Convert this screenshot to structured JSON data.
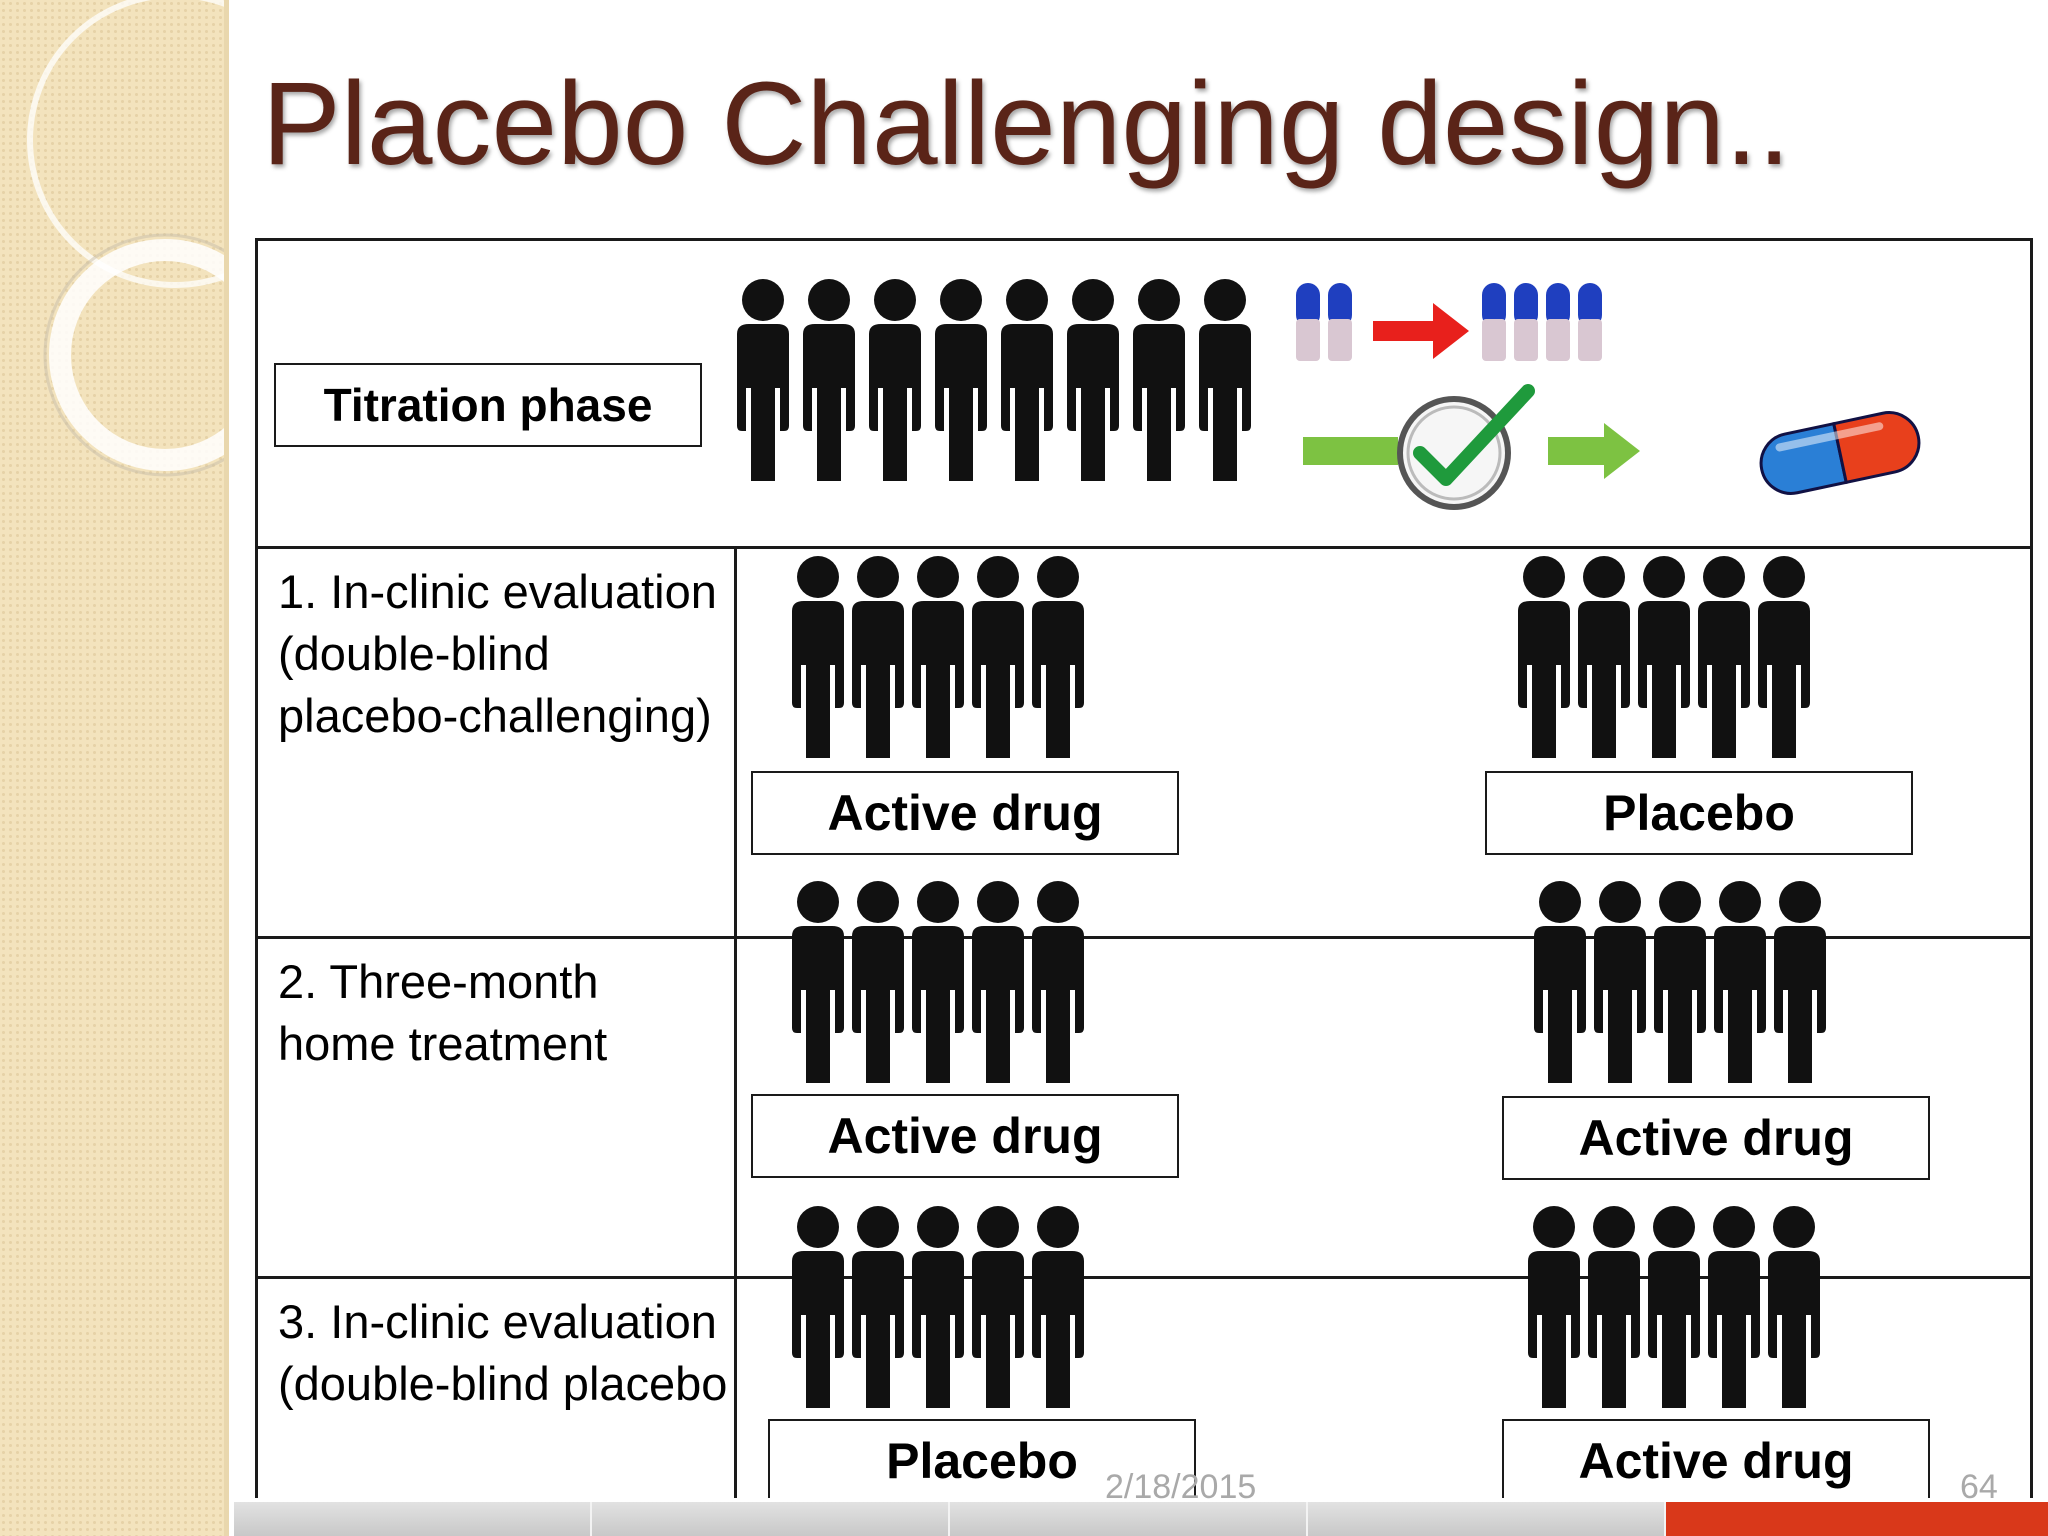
{
  "slide": {
    "title": "Placebo Challenging design..",
    "date": "2/18/2015",
    "page_number": "64"
  },
  "titration": {
    "label": "Titration phase"
  },
  "phases": [
    {
      "text": "1. In-clinic evaluation (double-blind placebo-challenging)",
      "left_group": "Active drug",
      "right_group": "Placebo"
    },
    {
      "text": "2. Three-month home treatment",
      "left_group": "Active drug",
      "right_group": "Active drug"
    },
    {
      "text": "3. In-clinic evaluation (double-blind placebo",
      "left_group": "Placebo",
      "right_group": "Active drug"
    }
  ],
  "colors": {
    "title": "#5a2418",
    "sidebar": "#f3e3bd",
    "footer_accent": "#d9381a",
    "capsule_blue": "#1f3fbf",
    "arrow_red": "#e8201c",
    "arrow_green": "#7dc242",
    "check_green": "#1f9a3c",
    "pill_blue": "#2a7fd6",
    "pill_red": "#e8401c"
  },
  "icons": [
    "people-group-icon",
    "capsule-icon",
    "red-arrow-icon",
    "green-arrow-icon",
    "checkmark-circle-icon",
    "pill-icon"
  ]
}
